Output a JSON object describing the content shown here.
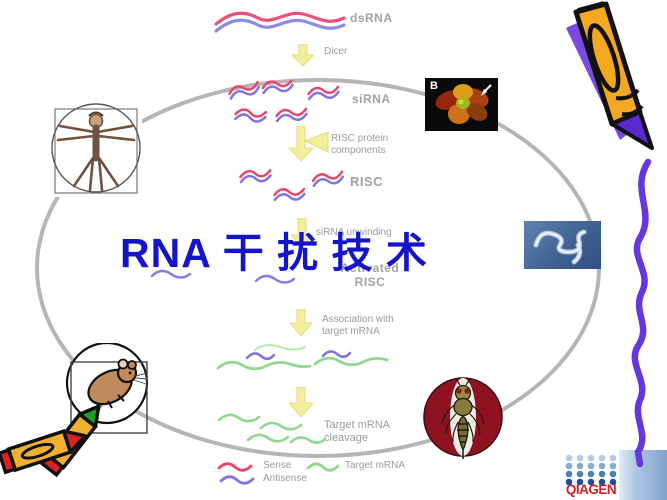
{
  "title": "RNA 干 扰 技 术",
  "pathway": {
    "dsrna": "dsRNA",
    "dicer": "Dicer",
    "sirna": "siRNA",
    "risc_components": "RISC protein\ncomponents",
    "risc": "RISC",
    "unwinding": "siRNA unwinding",
    "activated": "Activated\nRISC",
    "association": "Association with\ntarget mRNA",
    "cleavage": "Target mRNA\ncleavage"
  },
  "legend": {
    "sense": "Sense",
    "antisense": "Antisense",
    "target_mrna": "Target mRNA"
  },
  "flower_image": {
    "label": "B"
  },
  "logo": {
    "text": "QIAGEN"
  },
  "colors": {
    "sense": "#e8476b",
    "antisense": "#8273e3",
    "target_mrna": "#8fd98f",
    "arrow_yellow": "#f2ee9d",
    "title_blue": "#1414cd",
    "label_gray": "#9b9b9b",
    "ellipse_gray": "#b5b5b5",
    "qiagen_red": "#d01f28",
    "scribble_purple": "#6636e0"
  }
}
